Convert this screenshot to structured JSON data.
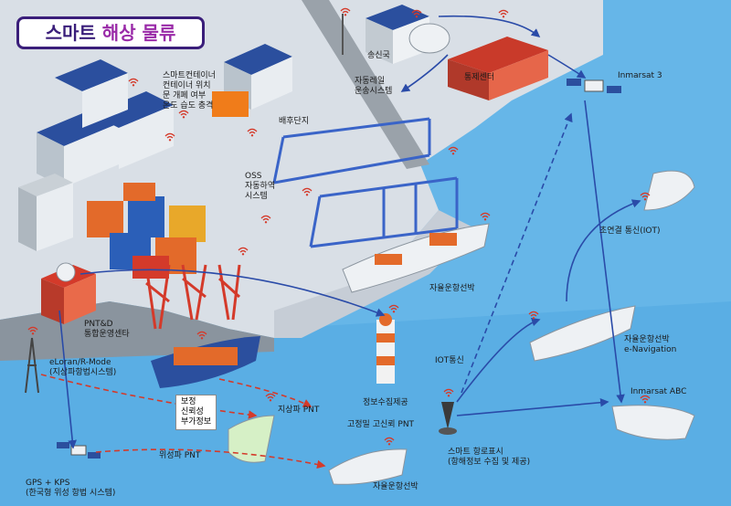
{
  "title": {
    "part1": "스마트",
    "part2": "해상 물류"
  },
  "colors": {
    "sea": "#66b6e8",
    "land": "#d9dfe6",
    "title": "#3a1e7a",
    "title_accent": "#9a2ba8",
    "link_blue": "#2a4ba8",
    "link_red": "#d43a2a"
  },
  "labels": {
    "songsinguk": "송신국",
    "tongje": "통제센터",
    "inmarsat3": "Inmarsat 3",
    "smart_container": [
      "스마트컨테이너",
      "컨테이너 위치",
      "문 개폐 여부",
      "온도 습도 충격"
    ],
    "auto_rail": [
      "자동레일",
      "운송시스템"
    ],
    "baehu": "배후단지",
    "oss": [
      "OSS",
      "자동하역",
      "시스템"
    ],
    "chuyeongyeol": "초연결 통신(IOT)",
    "autoship1": "자율운항선박",
    "pntd": [
      "PNT&D",
      "통합운영센타"
    ],
    "eloran": [
      "eLoran/R-Mode",
      "(지상파항법시스템)"
    ],
    "iot": "IOT통신",
    "jeongbo": "정보수집제공",
    "autoship2": [
      "자율운항선박",
      "e-Navigation"
    ],
    "inmarsat_abc": "Inmarsat ABC",
    "bojeong": [
      "보정",
      "신뢰성",
      "부가정보"
    ],
    "jisangpa": "지상파 PNT",
    "gojeongmil": "고정밀 고신뢰 PNT",
    "wiseongpa": "위성파 PNT",
    "smart_buoy": [
      "스마트 항로표시",
      "(항해정보 수집 및 제공)"
    ],
    "gps": [
      "GPS + KPS",
      "(한국형 위성 항법 시스템)"
    ],
    "autoship3": "자율운항선박"
  },
  "icons": [
    "satellite-icon",
    "radar-dome-icon",
    "wifi-icon",
    "lighthouse-icon",
    "antenna-tower-icon",
    "buoy-icon",
    "crane-icon",
    "container-stack-icon",
    "ship-icon",
    "warehouse-icon",
    "truck-icon"
  ]
}
